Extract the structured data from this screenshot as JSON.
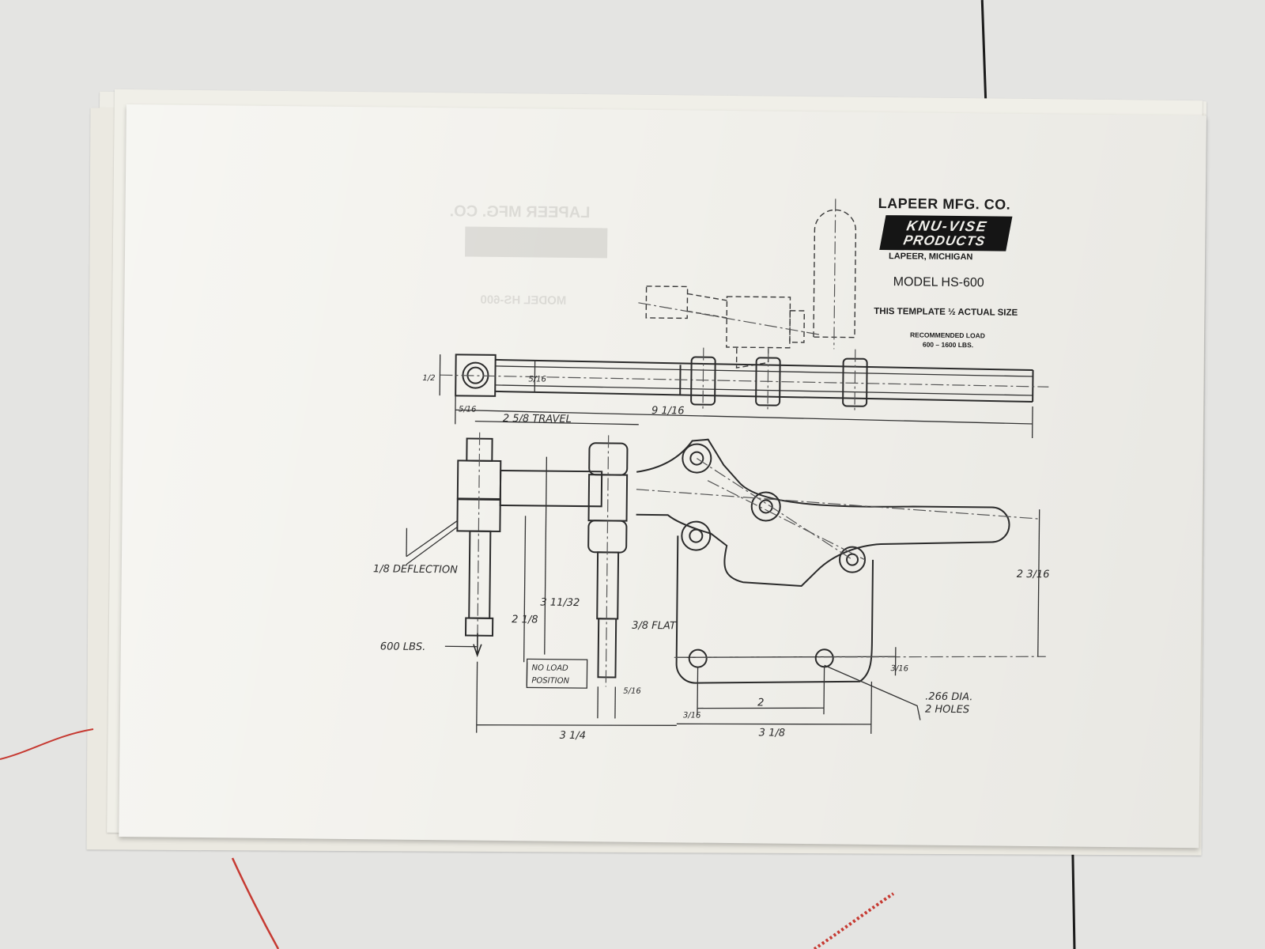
{
  "template": {
    "company": "LAPEER MFG. CO.",
    "brand_line1": "KNU-VISE",
    "brand_line2": "PRODUCTS",
    "location": "LAPEER, MICHIGAN",
    "model": "MODEL HS-600",
    "scale_note": "THIS TEMPLATE ½ ACTUAL SIZE",
    "load_title": "RECOMMENDED LOAD",
    "load_range": "600 – 1600 LBS."
  },
  "dimensions": {
    "overall_length": "9 1/16",
    "travel": "2 5/8 TRAVEL",
    "deflection": "1/8 DEFLECTION",
    "force": "600 LBS.",
    "no_load_1": "NO LOAD",
    "no_load_2": "POSITION",
    "flat": "3/8 FLAT",
    "plunger_height": "3 11/32",
    "plunger_offset": "2 1/8",
    "base_width": "3 1/4",
    "hole_spacing": "2",
    "base_length": "3 1/8",
    "overall_height": "2 3/16",
    "holes": ".266 DIA.",
    "holes_count": "2 HOLES",
    "side_a": "5/16",
    "side_b": "3/16",
    "side_c": "3/16",
    "top_width": "1/2",
    "top_offset": "5/16",
    "plunger_side": "5/16"
  },
  "colors": {
    "paper": "#f2f1ec",
    "ink": "#2b2b2b",
    "table": "#e4e4e2",
    "string": "#c63a32"
  }
}
